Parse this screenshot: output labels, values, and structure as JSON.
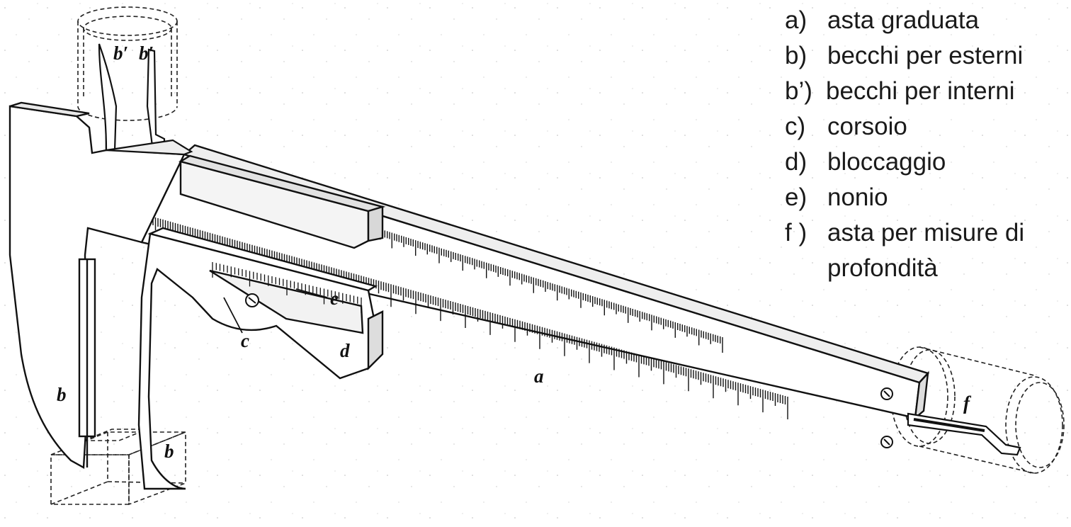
{
  "legend": {
    "items": [
      {
        "key": "a)",
        "text": "asta graduata"
      },
      {
        "key": "b)",
        "text": "becchi per esterni"
      },
      {
        "key": "b’)",
        "text": "becchi per interni"
      },
      {
        "key": "c)",
        "text": "corsoio"
      },
      {
        "key": "d)",
        "text": "bloccaggio"
      },
      {
        "key": "e)",
        "text": "nonio"
      },
      {
        "key": "f )",
        "text": "asta per misure di",
        "text2": "profondità"
      }
    ]
  },
  "diagram": {
    "labels": {
      "a": "a",
      "b_left": "b",
      "b_right": "b",
      "b_prime_1": "b′",
      "b_prime_2": "b′",
      "c": "c",
      "d": "d",
      "e": "e",
      "f": "f"
    }
  }
}
